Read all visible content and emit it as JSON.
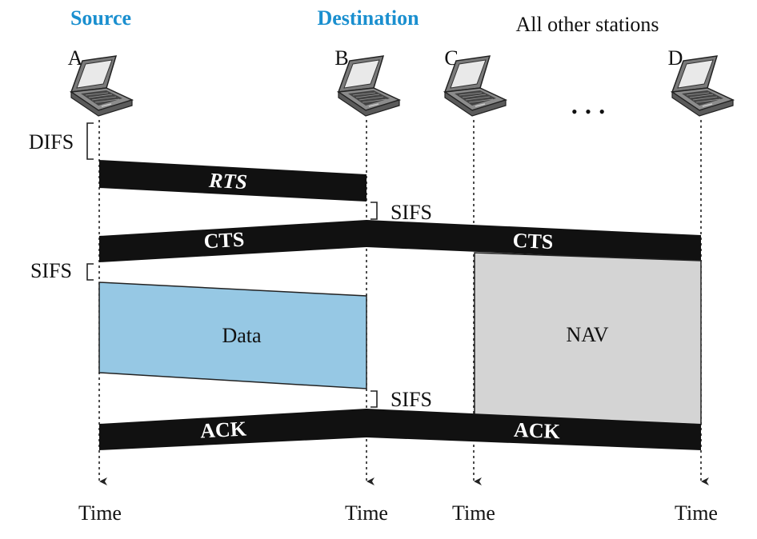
{
  "headers": {
    "source": "Source",
    "destination": "Destination",
    "others": "All other stations"
  },
  "stations": {
    "a": "A",
    "b": "B",
    "c": "C",
    "d": "D",
    "ellipsis": "• • •"
  },
  "frames": {
    "rts": "RTS",
    "cts_source": "CTS",
    "cts_others": "CTS",
    "data": "Data",
    "nav": "NAV",
    "ack_source": "ACK",
    "ack_others": "ACK"
  },
  "intervals": {
    "difs": "DIFS",
    "sifs_1": "SIFS",
    "sifs_2": "SIFS",
    "sifs_3": "SIFS"
  },
  "time_labels": {
    "a": "Time",
    "b": "Time",
    "c": "Time",
    "d": "Time"
  },
  "colors": {
    "heading_blue": "#1a8fcf",
    "frame_black": "#111111",
    "data_fill": "#96c8e4",
    "nav_fill": "#d4d4d4"
  },
  "icons": {
    "station": "laptop-icon"
  }
}
